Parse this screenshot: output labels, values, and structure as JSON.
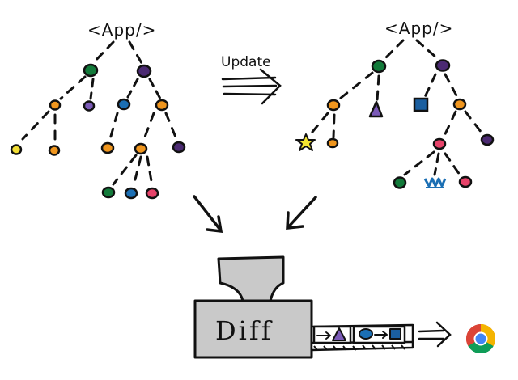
{
  "diagram": {
    "left_tree_root": "<App/>",
    "right_tree_root": "<App/>",
    "transition_label": "Update",
    "machine_label": "Diff",
    "browser_icon": "chrome-icon",
    "colors": {
      "ink": "#111111",
      "machine": "#c9c9c9",
      "green": "#127a3a",
      "purple": "#4b2a72",
      "orange": "#f0961e",
      "violet": "#7b5ab8",
      "blue": "#1b6fb4",
      "yellow": "#f2de35",
      "pink": "#e7436a",
      "star": "#f4e531"
    }
  }
}
